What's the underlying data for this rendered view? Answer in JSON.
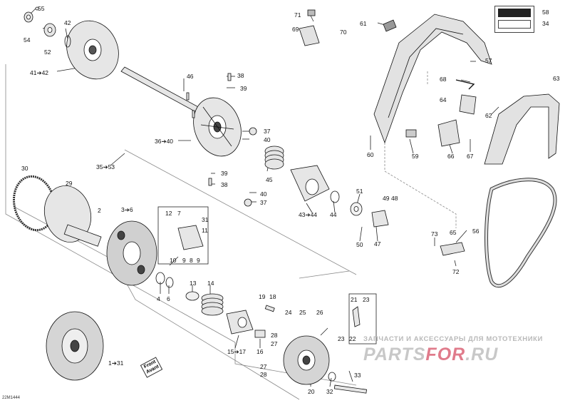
{
  "drawing_code": "22M1444",
  "watermark": {
    "line1": "ЗАПЧАСТИ И АКСЕССУАРЫ ДЛЯ МОТОТЕХНИКИ",
    "brand_a": "PARTS",
    "brand_b": "FOR",
    "brand_c": ".RU"
  },
  "front_badge": {
    "line1": "Front",
    "line2": "Avant"
  },
  "labels": {
    "l55": "55",
    "l54": "54",
    "l52": "52",
    "l42": "42",
    "l4142": "41➔42",
    "l46": "46",
    "l38a": "38",
    "l39a": "39",
    "l37a": "37",
    "l40a": "40",
    "l3640": "36➔40",
    "l3553": "35➔53",
    "l45": "45",
    "l39b": "39",
    "l38b": "38",
    "l40b": "40",
    "l37b": "37",
    "l4344": "43➔44",
    "l44": "44",
    "l51": "51",
    "l49": "49",
    "l48": "48",
    "l50": "50",
    "l47": "47",
    "l71": "71",
    "l69": "69",
    "l70": "70",
    "l61": "61",
    "l58": "58",
    "l34": "34",
    "l57": "57",
    "l68": "68",
    "l63": "63",
    "l64": "64",
    "l62": "62",
    "l60": "60",
    "l59": "59",
    "l66": "66",
    "l67": "67",
    "l56": "56",
    "l73": "73",
    "l65": "65",
    "l72": "72",
    "l30": "30",
    "l29": "29",
    "l2": "2",
    "l36": "3➔6",
    "l12": "12",
    "l7": "7",
    "l31a": "31",
    "l11": "11",
    "l10": "10",
    "l9a": "9",
    "l8": "8",
    "l9b": "9",
    "l4": "4",
    "l6": "6",
    "l13": "13",
    "l14": "14",
    "l19": "19",
    "l18": "18",
    "l24": "24",
    "l25": "25",
    "l26": "26",
    "l21": "21",
    "l23a": "23",
    "l1517": "15➔17",
    "l16": "16",
    "l28a": "28",
    "l27a": "27",
    "l23b": "23",
    "l22": "22",
    "l27b": "27",
    "l28b": "28",
    "l20": "20",
    "l32": "32",
    "l33": "33",
    "l131": "1➔31"
  }
}
